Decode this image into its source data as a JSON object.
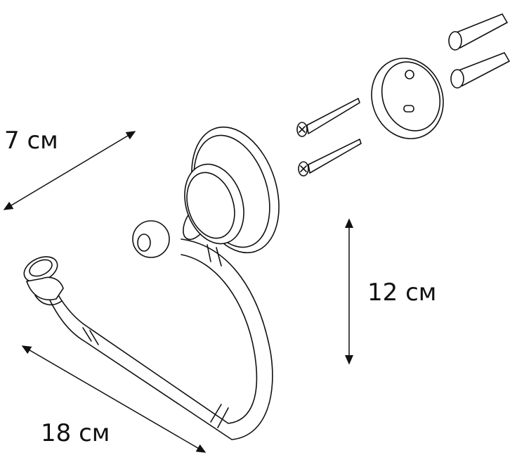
{
  "dimensions": {
    "depth": "7 см",
    "height": "12 см",
    "width": "18 см"
  }
}
